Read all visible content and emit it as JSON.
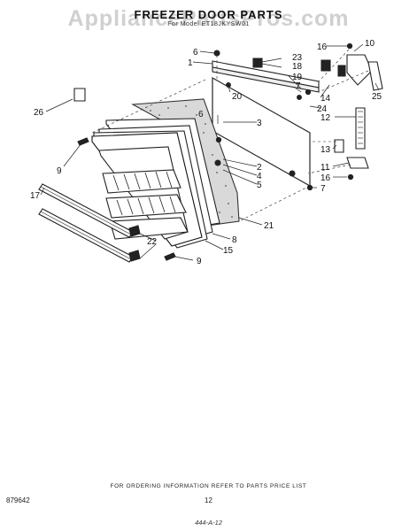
{
  "watermark": "AppliancePartsPros.com",
  "title": "FREEZER DOOR PARTS",
  "subtitle": "For Model ET18JKYSW01",
  "footer": "FOR ORDERING INFORMATION REFER TO PARTS PRICE LIST",
  "page_number": "12",
  "code_left": "879642",
  "code_bottom": "444-A-12",
  "callouts": [
    "1",
    "2",
    "3",
    "4",
    "5",
    "6",
    "6",
    "7",
    "7",
    "8",
    "9",
    "9",
    "10",
    "11",
    "12",
    "13",
    "14",
    "15",
    "16",
    "16",
    "17",
    "18",
    "19",
    "20",
    "21",
    "22",
    "23",
    "24",
    "25",
    "26"
  ]
}
